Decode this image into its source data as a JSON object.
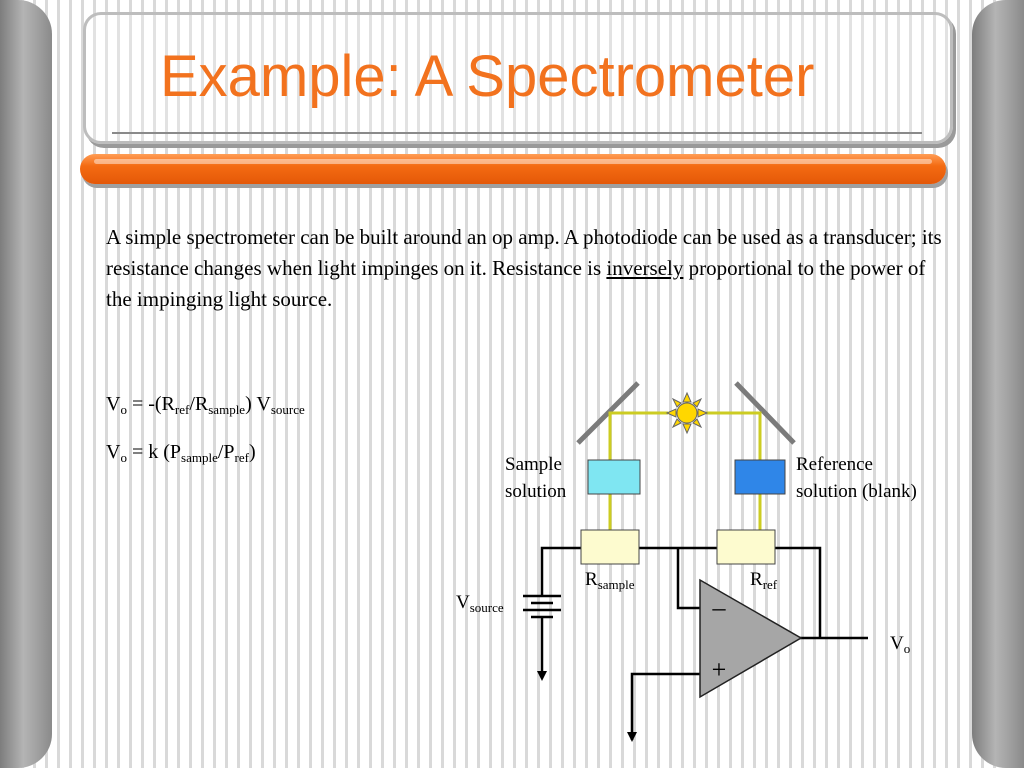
{
  "slide": {
    "title": "Example: A Spectrometer",
    "paragraph": {
      "part1": "A simple spectrometer can be built around an op amp.  A photodiode can be used as a transducer; its resistance changes when light impinges on it.  Resistance is ",
      "underlined": "inversely",
      "part2": " proportional to the power of the impinging light source."
    },
    "equations": {
      "eq1": {
        "v": "V",
        "o": "o",
        "mid1": " = -(R",
        "ref": "ref",
        "slash": "/R",
        "sample": "sample",
        "mid2": ") V",
        "source": "source"
      },
      "eq2": {
        "v": "V",
        "o": "o",
        "mid1": " = k (P",
        "sample": "sample",
        "slash": "/P",
        "ref": "ref",
        "end": ")"
      }
    }
  },
  "diagram": {
    "sample_label": {
      "line1": "Sample",
      "line2": "solution"
    },
    "reference_label": {
      "line1": "Reference",
      "line2": "solution (blank)"
    },
    "r_sample": {
      "r": "R",
      "sub": "sample"
    },
    "r_ref": {
      "r": "R",
      "sub": "ref"
    },
    "v_source": {
      "v": "V",
      "sub": "source"
    },
    "v_out": {
      "v": "V",
      "sub": "o"
    },
    "opamp_minus": "–",
    "opamp_plus": "+",
    "colors": {
      "title": "#f2721e",
      "light_path": "#cccc22",
      "sample_cuvette": "#7fe6f2",
      "reference_cuvette": "#2f86e8",
      "photodiode": "#fdfbcf",
      "opamp": "#a6a6a6",
      "sun": "#ffd700"
    }
  }
}
